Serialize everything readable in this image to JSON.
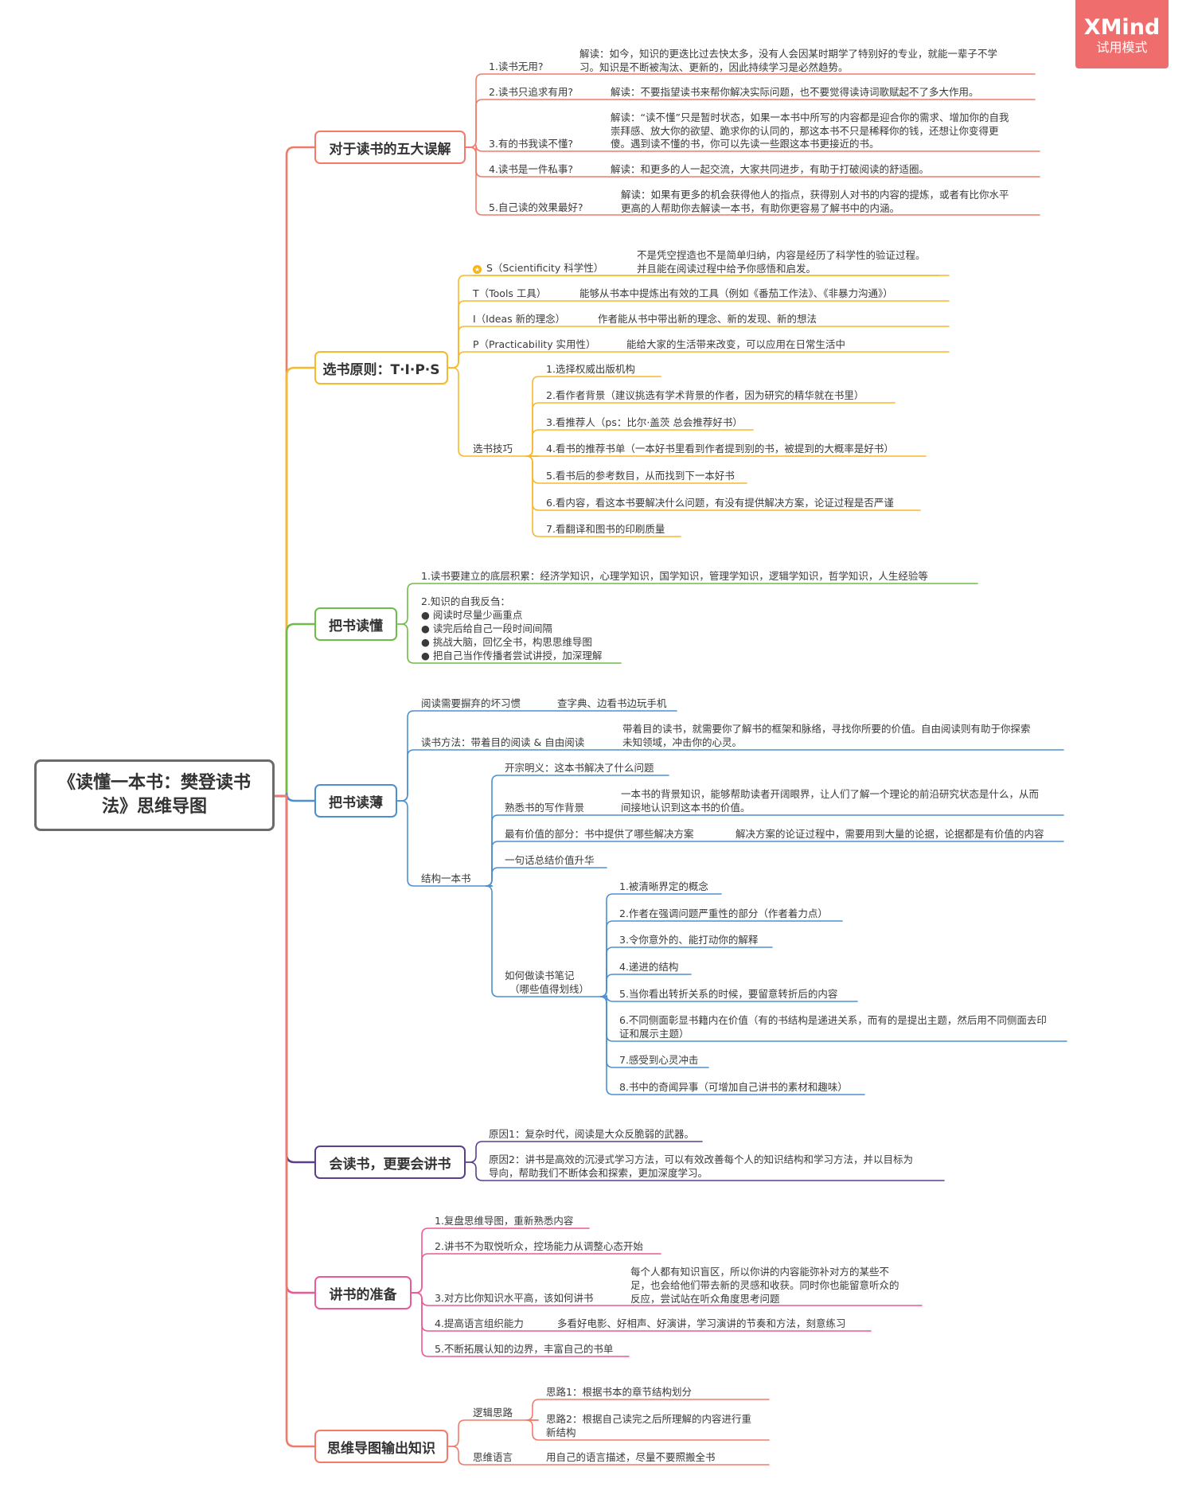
{
  "badge": {
    "brand": "XMind",
    "mode": "试用模式"
  },
  "root": {
    "line1": "《读懂一本书：樊登读书",
    "line2": "法》思维导图"
  },
  "colors": {
    "b1": "#f07b6b",
    "b2": "#f5b92a",
    "b3": "#6fbc4a",
    "b4": "#4e8fcf",
    "b5": "#5b3f8c",
    "b6": "#ea5a96",
    "b7": "#f07b6b",
    "spine": "#f07b6b"
  },
  "b1": {
    "title": "对于读书的五大误解",
    "items": [
      {
        "q": "1.读书无用?",
        "a1": "解读：如今，知识的更迭比过去快太多，没有人会因某时期学了特别好的专业，就能一辈子不学",
        "a2": "习。知识是不断被淘汰、更新的，因此持续学习是必然趋势。"
      },
      {
        "q": "2.读书只追求有用?",
        "a1": "解读：不要指望读书来帮你解决实际问题，也不要觉得读诗词歌赋起不了多大作用。"
      },
      {
        "q": "3.有的书我读不懂?",
        "a1": "解读：“读不懂”只是暂时状态，如果一本书中所写的内容都是迎合你的需求、增加你的自我",
        "a2": "崇拜感、放大你的欲望、跪求你的认同的，那这本书不只是稀释你的钱，还想让你变得更",
        "a3": "傻。遇到读不懂的书，你可以先读一些跟这本书更接近的书。"
      },
      {
        "q": "4.读书是一件私事?",
        "a1": "解读：和更多的人一起交流，大家共同进步，有助于打破阅读的舒适圈。"
      },
      {
        "q": "5.自己读的效果最好?",
        "a1": "解读：如果有更多的机会获得他人的指点，获得别人对书的内容的提炼，或者有比你水平",
        "a2": "更高的人帮助你去解读一本书，有助你更容易了解书中的内涵。"
      }
    ]
  },
  "b2": {
    "title": "选书原则：T·I·P·S",
    "s_label": "S（Scientificity 科学性）",
    "s_d1": "不是凭空捏造也不是简单归纳，内容是经历了科学性的验证过程。",
    "s_d2": "并且能在阅读过程中给予你感悟和启发。",
    "t_label": "T（Tools 工具）",
    "t_desc": "能够从书本中提炼出有效的工具（例如《番茄工作法》、《非暴力沟通》）",
    "i_label": "I（Ideas 新的理念）",
    "i_desc": "作者能从书中带出新的理念、新的发现、新的想法",
    "p_label": "P（Practicability 实用性）",
    "p_desc": "能给大家的生活带来改变，可以应用在日常生活中",
    "tips_label": "选书技巧",
    "tips": [
      "1.选择权威出版机构",
      "2.看作者背景（建议挑选有学术背景的作者，因为研究的精华就在书里）",
      "3.看推荐人（ps：比尔·盖茨 总会推荐好书）",
      "4.看书的推荐书单（一本好书里看到作者提到别的书，被提到的大概率是好书）",
      "5.看书后的参考数目，从而找到下一本好书",
      "6.看内容，看这本书要解决什么问题，有没有提供解决方案，论证过程是否严谨",
      "7.看翻译和图书的印刷质量"
    ]
  },
  "b3": {
    "title": "把书读懂",
    "k1": "1.读书要建立的底层积累：经济学知识，心理学知识，国学知识，管理学知识，逻辑学知识，哲学知识，人生经验等",
    "k2_title": "2.知识的自我反刍：",
    "k2": [
      "● 阅读时尽量少画重点",
      "● 读完后给自己一段时间间隔",
      "● 挑战大脑，回忆全书，构思思维导图",
      "● 把自己当作传播者尝试讲授，加深理解"
    ]
  },
  "b4": {
    "title": "把书读薄",
    "bad_label": "阅读需要摒弃的坏习惯",
    "bad_desc": "查字典、边看书边玩手机",
    "method_label": "读书方法：带着目的阅读 & 自由阅读",
    "method_d1": "带着目的读书，就需要你了解书的框架和脉络，寻找你所要的价值。自由阅读则有助于你探索",
    "method_d2": "未知领域，冲击你的心灵。",
    "struct_label": "结构一本书",
    "open": "开宗明义：这本书解决了什么问题",
    "bg_label": "熟悉书的写作背景",
    "bg_d1": "一本书的背景知识，能够帮助读者开阔眼界，让人们了解一个理论的前沿研究状态是什么，从而",
    "bg_d2": "间接地认识到这本书的价值。",
    "value_label": "最有价值的部分：书中提供了哪些解决方案",
    "value_desc": "解决方案的论证过程中，需要用到大量的论据，论据都是有价值的内容",
    "sum_label": "一句话总结价值升华",
    "notes_l1": "如何做读书笔记",
    "notes_l2": "（哪些值得划线）",
    "notes": [
      "1.被清晰界定的概念",
      "2.作者在强调问题严重性的部分（作者着力点）",
      "3.令你意外的、能打动你的解释",
      "4.递进的结构",
      "5.当你看出转折关系的时候，要留意转折后的内容",
      "6.不同侧面彰显书籍内在价值（有的书结构是递进关系，而有的是提出主题，然后用不同侧面去印",
      "证和展示主题）",
      "7.感受到心灵冲击",
      "8.书中的奇闻异事（可增加自己讲书的素材和趣味）"
    ]
  },
  "b5": {
    "title": "会读书，更要会讲书",
    "r1": "原因1：复杂时代，阅读是大众反脆弱的武器。",
    "r2_1": "原因2：讲书是高效的沉浸式学习方法，可以有效改善每个人的知识结构和学习方法，并以目标为",
    "r2_2": "导向，帮助我们不断体会和探索，更加深度学习。"
  },
  "b6": {
    "title": "讲书的准备",
    "p1": "1.复盘思维导图，重新熟悉内容",
    "p2": "2.讲书不为取悦听众，控场能力从调整心态开始",
    "p3": "3.对方比你知识水平高，该如何讲书",
    "p3_d1": "每个人都有知识盲区，所以你讲的内容能弥补对方的某些不",
    "p3_d2": "足，也会给他们带去新的灵感和收获。同时你也能留意听众的",
    "p3_d3": "反应，尝试站在听众角度思考问题",
    "p4": "4.提高语言组织能力",
    "p4_d": "多看好电影、好相声、好演讲，学习演讲的节奏和方法，刻意练习",
    "p5": "5.不断拓展认知的边界，丰富自己的书单"
  },
  "b7": {
    "title": "思维导图输出知识",
    "logic": "逻辑思路",
    "l1": "思路1：根据书本的章节结构划分",
    "l2_1": "思路2：根据自己读完之后所理解的内容进行重",
    "l2_2": "新结构",
    "lang": "思维语言",
    "lang_d": "用自己的语言描述，尽量不要照搬全书"
  }
}
